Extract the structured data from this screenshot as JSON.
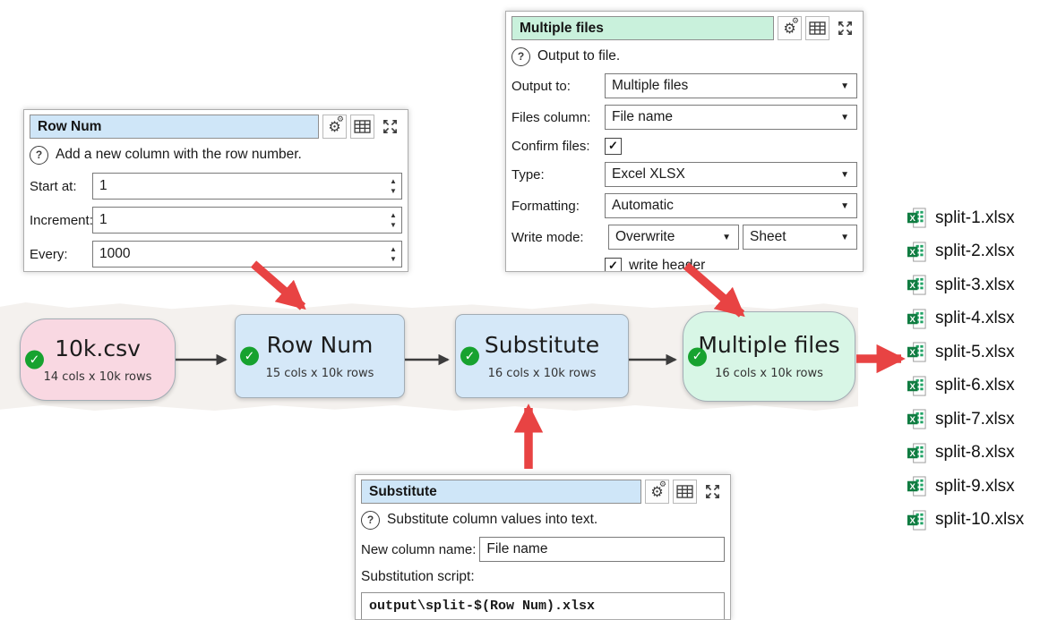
{
  "icons": {
    "check": "✓",
    "question": "?",
    "gear": "⚙",
    "dropdown": "▼",
    "spin_up": "▲",
    "spin_down": "▼",
    "excel_x": "X"
  },
  "colors": {
    "annotation_red": "#e84343",
    "node_pink": "#f9d8e2",
    "node_blue": "#d5e8f8",
    "node_green": "#d8f6e6",
    "title_bar_blue": "#cfe6f8",
    "title_bar_green": "#c9f1dc",
    "status_check_green": "#17a22f",
    "excel_green": "#107c41"
  },
  "panels": {
    "row_num": {
      "title": "Row Num",
      "help": "Add a new column with the row number.",
      "fields": [
        {
          "label": "Start at:",
          "value": "1"
        },
        {
          "label": "Increment:",
          "value": "1"
        },
        {
          "label": "Every:",
          "value": "1000"
        }
      ]
    },
    "multiple_files": {
      "title": "Multiple files",
      "help": "Output to file.",
      "output_to": {
        "label": "Output to:",
        "value": "Multiple files"
      },
      "files_column": {
        "label": "Files column:",
        "value": "File name"
      },
      "confirm_files": {
        "label": "Confirm files:",
        "checked": true
      },
      "type": {
        "label": "Type:",
        "value": "Excel XLSX"
      },
      "formatting": {
        "label": "Formatting:",
        "value": "Automatic"
      },
      "write_mode": {
        "label": "Write mode:",
        "value": "Overwrite",
        "sheet_value": "Sheet"
      },
      "write_header": {
        "label": "write header",
        "checked": true
      }
    },
    "substitute": {
      "title": "Substitute",
      "help": "Substitute column values into text.",
      "new_column": {
        "label": "New column name:",
        "value": "File name"
      },
      "script_label": "Substitution script:",
      "script": "output\\split-$(Row Num).xlsx"
    }
  },
  "flow": {
    "nodes": [
      {
        "title": "10k.csv",
        "subtitle": "14 cols x 10k rows"
      },
      {
        "title": "Row Num",
        "subtitle": "15 cols x 10k rows"
      },
      {
        "title": "Substitute",
        "subtitle": "16 cols x 10k rows"
      },
      {
        "title": "Multiple files",
        "subtitle": "16 cols x 10k rows"
      }
    ]
  },
  "files": {
    "items": [
      {
        "name": "split-1.xlsx"
      },
      {
        "name": "split-2.xlsx"
      },
      {
        "name": "split-3.xlsx"
      },
      {
        "name": "split-4.xlsx"
      },
      {
        "name": "split-5.xlsx"
      },
      {
        "name": "split-6.xlsx"
      },
      {
        "name": "split-7.xlsx"
      },
      {
        "name": "split-8.xlsx"
      },
      {
        "name": "split-9.xlsx"
      },
      {
        "name": "split-10.xlsx"
      }
    ]
  }
}
